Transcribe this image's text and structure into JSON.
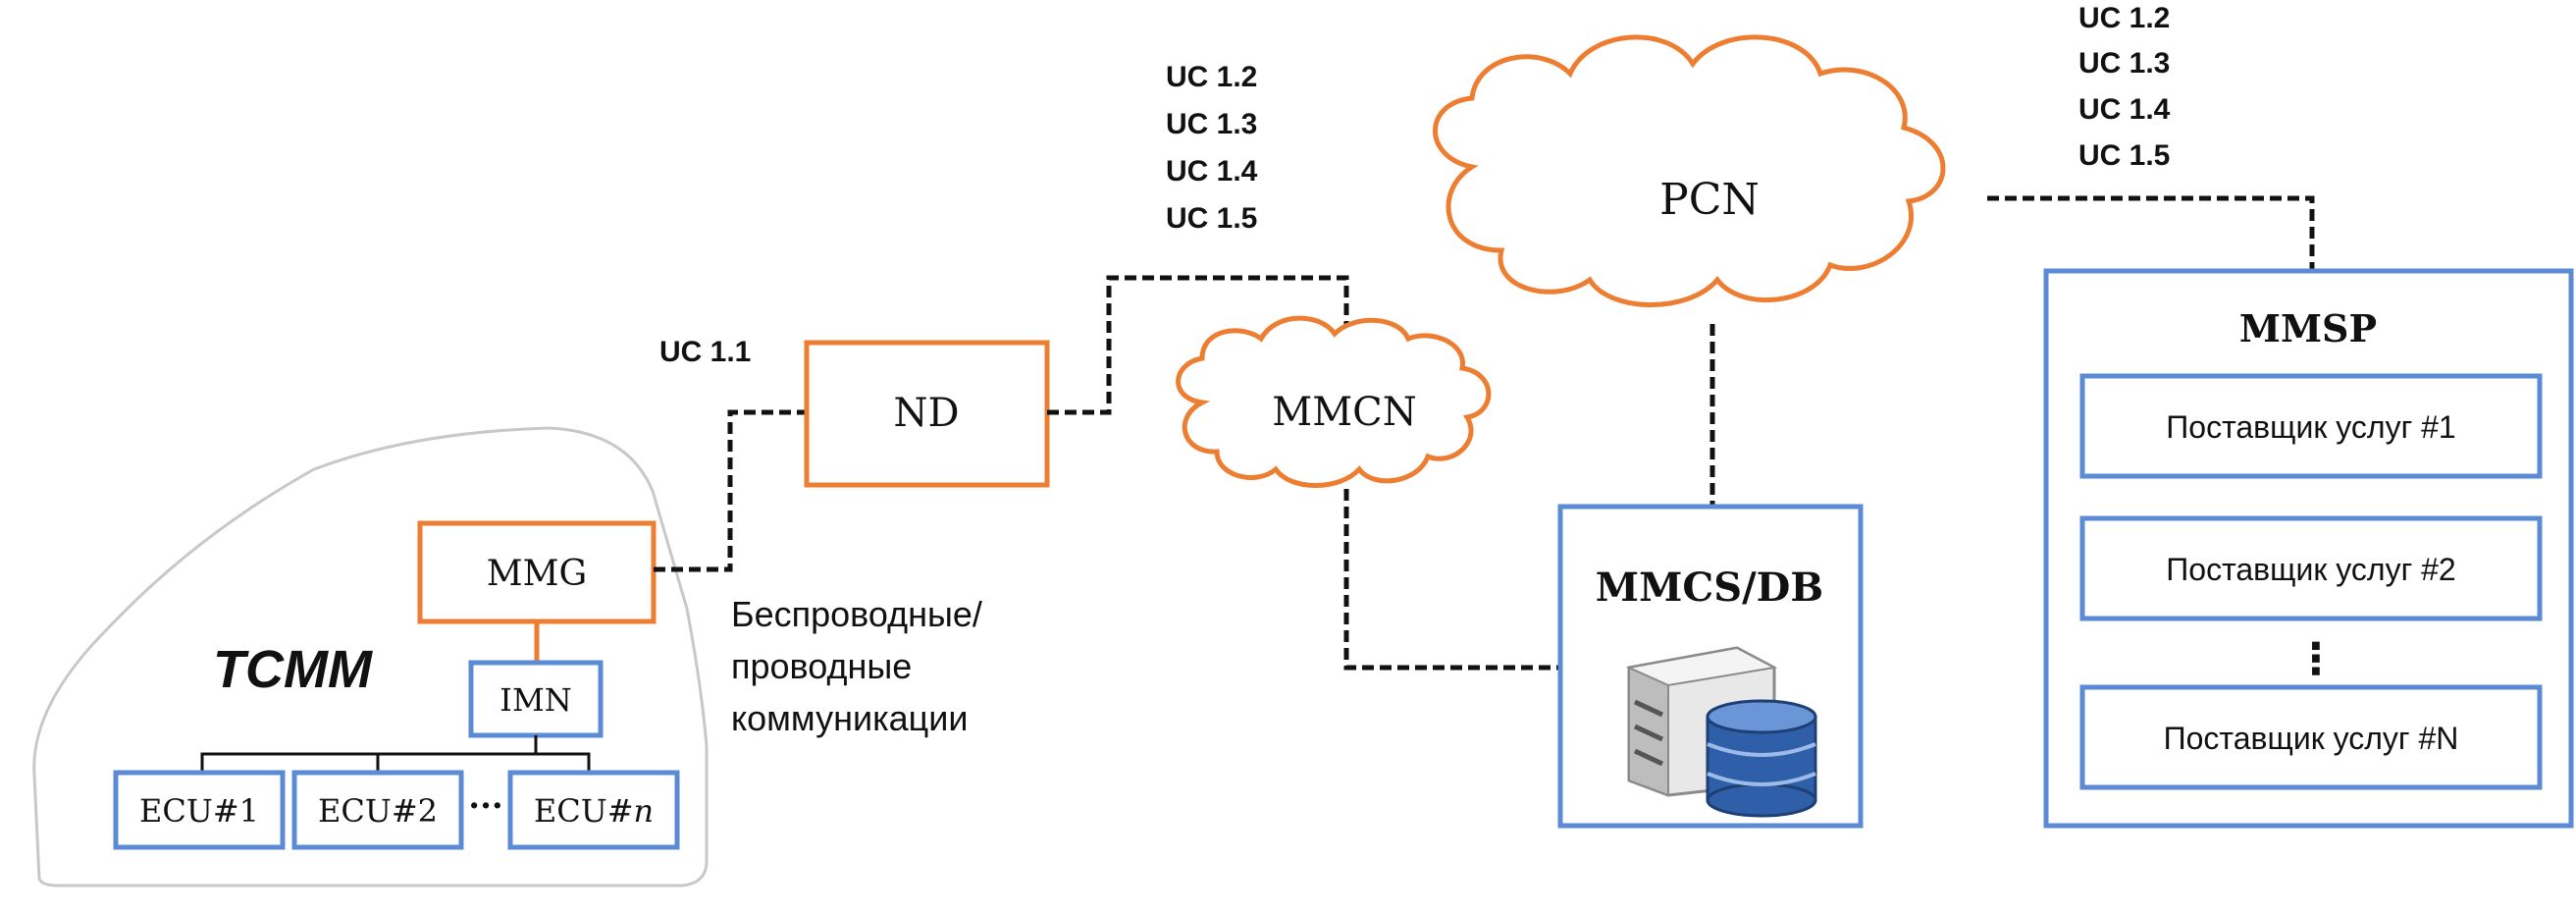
{
  "labels": {
    "uc_11": "UC 1.1",
    "uc_mid": [
      "UC 1.2",
      "UC 1.3",
      "UC 1.4",
      "UC 1.5"
    ],
    "uc_right": [
      "UC 1.2",
      "UC 1.3",
      "UC 1.4",
      "UC 1.5"
    ],
    "comm": [
      "Беспроводные/",
      "проводные",
      "коммуникации"
    ]
  },
  "nodes": {
    "tcmm": "TCMM",
    "mmg": "MMG",
    "imn": "IMN",
    "ecu1": "ECU#1",
    "ecu2": "ECU#2",
    "ecu_ellipsis": "···",
    "ecun_prefix": "ECU#",
    "ecun_suffix": "n",
    "nd": "ND",
    "mmcn": "MMCN",
    "pcn": "PCN",
    "mmcs": "MMCS/DB",
    "mmsp": "MMSP",
    "sp1": "Поставщик услуг #1",
    "sp2": "Поставщик услуг #2",
    "sp_dots": "⋮",
    "spn": "Поставщик услуг #N"
  },
  "colors": {
    "orange": "#ed7d31",
    "blue": "#5b8bd4",
    "black": "#111111",
    "car_outline": "#c8c8c8"
  },
  "icons": {
    "server": "server-database-icon"
  }
}
